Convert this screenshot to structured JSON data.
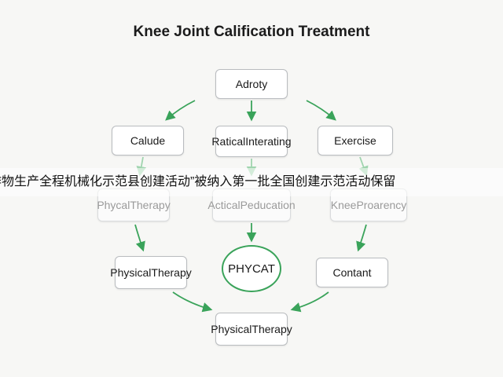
{
  "diagram": {
    "title": "Knee Joint Calification Treatment",
    "nodes": {
      "top": [
        "Adroty"
      ],
      "left1": [
        "Calude"
      ],
      "mid1": [
        "Ratical",
        "Interating"
      ],
      "right1": [
        "Exercise"
      ],
      "left2": [
        "Phycal",
        "Therapy"
      ],
      "mid2": [
        "Actical",
        "Peducation"
      ],
      "right2": [
        "Knee",
        "Proarency"
      ],
      "left3": [
        "Physical",
        "Therapy"
      ],
      "center": [
        "PHYCAT"
      ],
      "right3": [
        "Contant"
      ],
      "bottom": [
        "Physical",
        "Therapy"
      ]
    },
    "colors": {
      "arrow": "#3aa35a",
      "arrow_faded": "#9fd4ae",
      "box_border": "#b9bcbf"
    }
  },
  "overlay_text": "作物生产全程机械化示范县创建活动”被纳入第一批全国创建示范活动保留"
}
